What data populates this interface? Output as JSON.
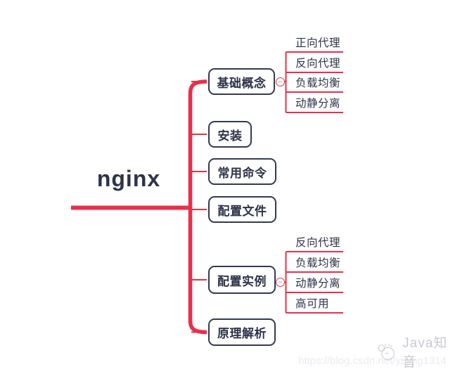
{
  "colors": {
    "accent": "#e8304b",
    "node_border": "#333a52",
    "node_text": "#2d3449",
    "watermark_text": "#c9cad2",
    "watermark_url": "#eaebf1"
  },
  "root": {
    "label": "nginx"
  },
  "topics": [
    {
      "label": "基础概念",
      "children": [
        "正向代理",
        "反向代理",
        "负载均衡",
        "动静分离"
      ]
    },
    {
      "label": "安装",
      "children": []
    },
    {
      "label": "常用命令",
      "children": []
    },
    {
      "label": "配置文件",
      "children": []
    },
    {
      "label": "配置实例",
      "children": [
        "反向代理",
        "负载均衡",
        "动静分离",
        "高可用"
      ]
    },
    {
      "label": "原理解析",
      "children": []
    }
  ],
  "icons": {
    "collapse_glyph": "−",
    "collapse_name": "collapse-minus-icon",
    "brand_logo_name": "bird-mascot-icon"
  },
  "watermark": {
    "brand": "Java知音",
    "url": "https://blog.csdn.net/yujing1314"
  }
}
